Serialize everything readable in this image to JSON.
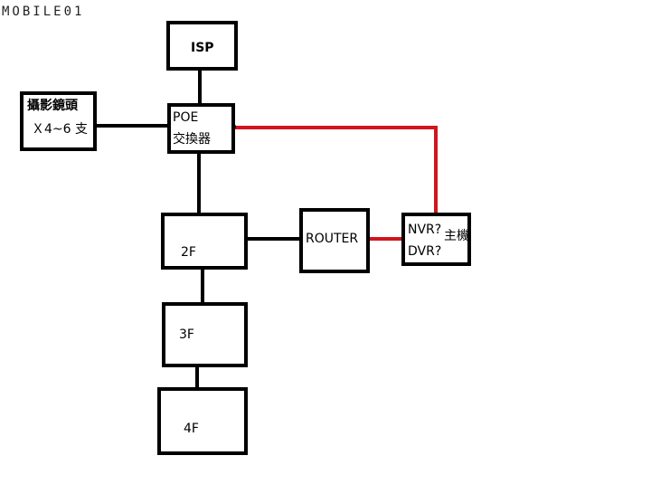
{
  "watermark": "MOBILE01",
  "nodes": {
    "isp": "ISP",
    "camera_line1": "攝影鏡頭",
    "camera_line2": "Ｘ4~6 支",
    "poe_line1": "POE",
    "poe_line2": "交換器",
    "floor2": "2F",
    "router": "ROUTER",
    "nvr_line1": "NVR?",
    "nvr_line2": "DVR?",
    "nvr_host": "主機",
    "floor3": "3F",
    "floor4": "4F"
  },
  "colors": {
    "black_link": "#000000",
    "red_link": "#d0151b"
  }
}
